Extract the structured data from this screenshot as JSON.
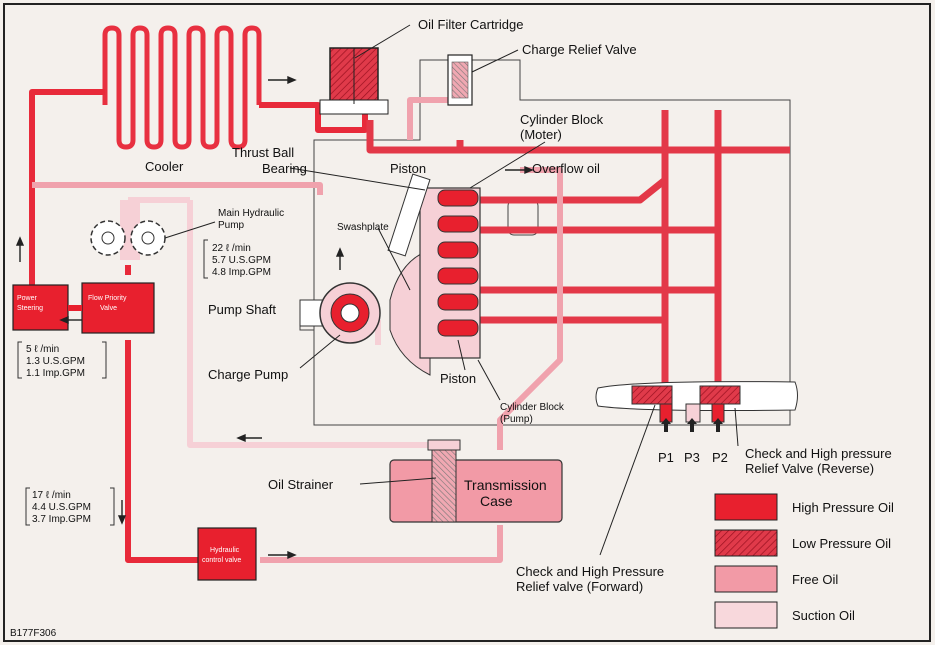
{
  "labels": {
    "oil_filter": "Oil Filter Cartridge",
    "charge_relief": "Charge Relief Valve",
    "cylinder_block_moter_1": "Cylinder Block",
    "cylinder_block_moter_2": "(Moter)",
    "thrust_ball_1": "Thrust Ball",
    "thrust_ball_2": "Bearing",
    "piston_top": "Piston",
    "overflow": "Overflow oil",
    "cooler": "Cooler",
    "main_pump_1": "Main Hydraulic",
    "main_pump_2": "Pump",
    "swashplate": "Swashplate",
    "pump_shaft": "Pump Shaft",
    "charge_pump": "Charge Pump",
    "piston_bottom": "Piston",
    "cylinder_block_pump_1": "Cylinder Block",
    "cylinder_block_pump_2": "(Pump)",
    "oil_strainer": "Oil Strainer",
    "transmission_1": "Transmission",
    "transmission_2": "Case",
    "power_steering_1": "Power",
    "power_steering_2": "Steering",
    "flow_priority_1": "Flow Priority",
    "flow_priority_2": "Valve",
    "hyd_control_1": "Hydraulic",
    "hyd_control_2": "control valve",
    "check_forward_1": "Check and High Pressure",
    "check_forward_2": "Relief valve (Forward)",
    "check_reverse_1": "Check and High pressure",
    "check_reverse_2": "Relief Valve (Reverse)",
    "p1": "P1",
    "p3": "P3",
    "p2": "P2",
    "code": "B177F306"
  },
  "flows": {
    "main_pump": [
      "22 ℓ /min",
      "5.7 U.S.GPM",
      "4.8 Imp.GPM"
    ],
    "power_steering": [
      "5 ℓ /min",
      "1.3 U.S.GPM",
      "1.1 Imp.GPM"
    ],
    "hydraulic_control": [
      "17 ℓ /min",
      "4.4 U.S.GPM",
      "3.7 Imp.GPM"
    ]
  },
  "legend": [
    {
      "label": "High Pressure Oil",
      "color": "#e8202e",
      "pattern": "solid"
    },
    {
      "label": "Low Pressure Oil",
      "color": "#e23a4a",
      "pattern": "hatch"
    },
    {
      "label": "Free Oil",
      "color": "#f29aa6",
      "pattern": "solid"
    },
    {
      "label": "Suction Oil",
      "color": "#f8d8dc",
      "pattern": "solid"
    }
  ],
  "colors": {
    "high": "#e8202e",
    "low": "#df3848",
    "free": "#f2a0ab",
    "suction": "#f8d8dc",
    "frame": "#222222"
  }
}
